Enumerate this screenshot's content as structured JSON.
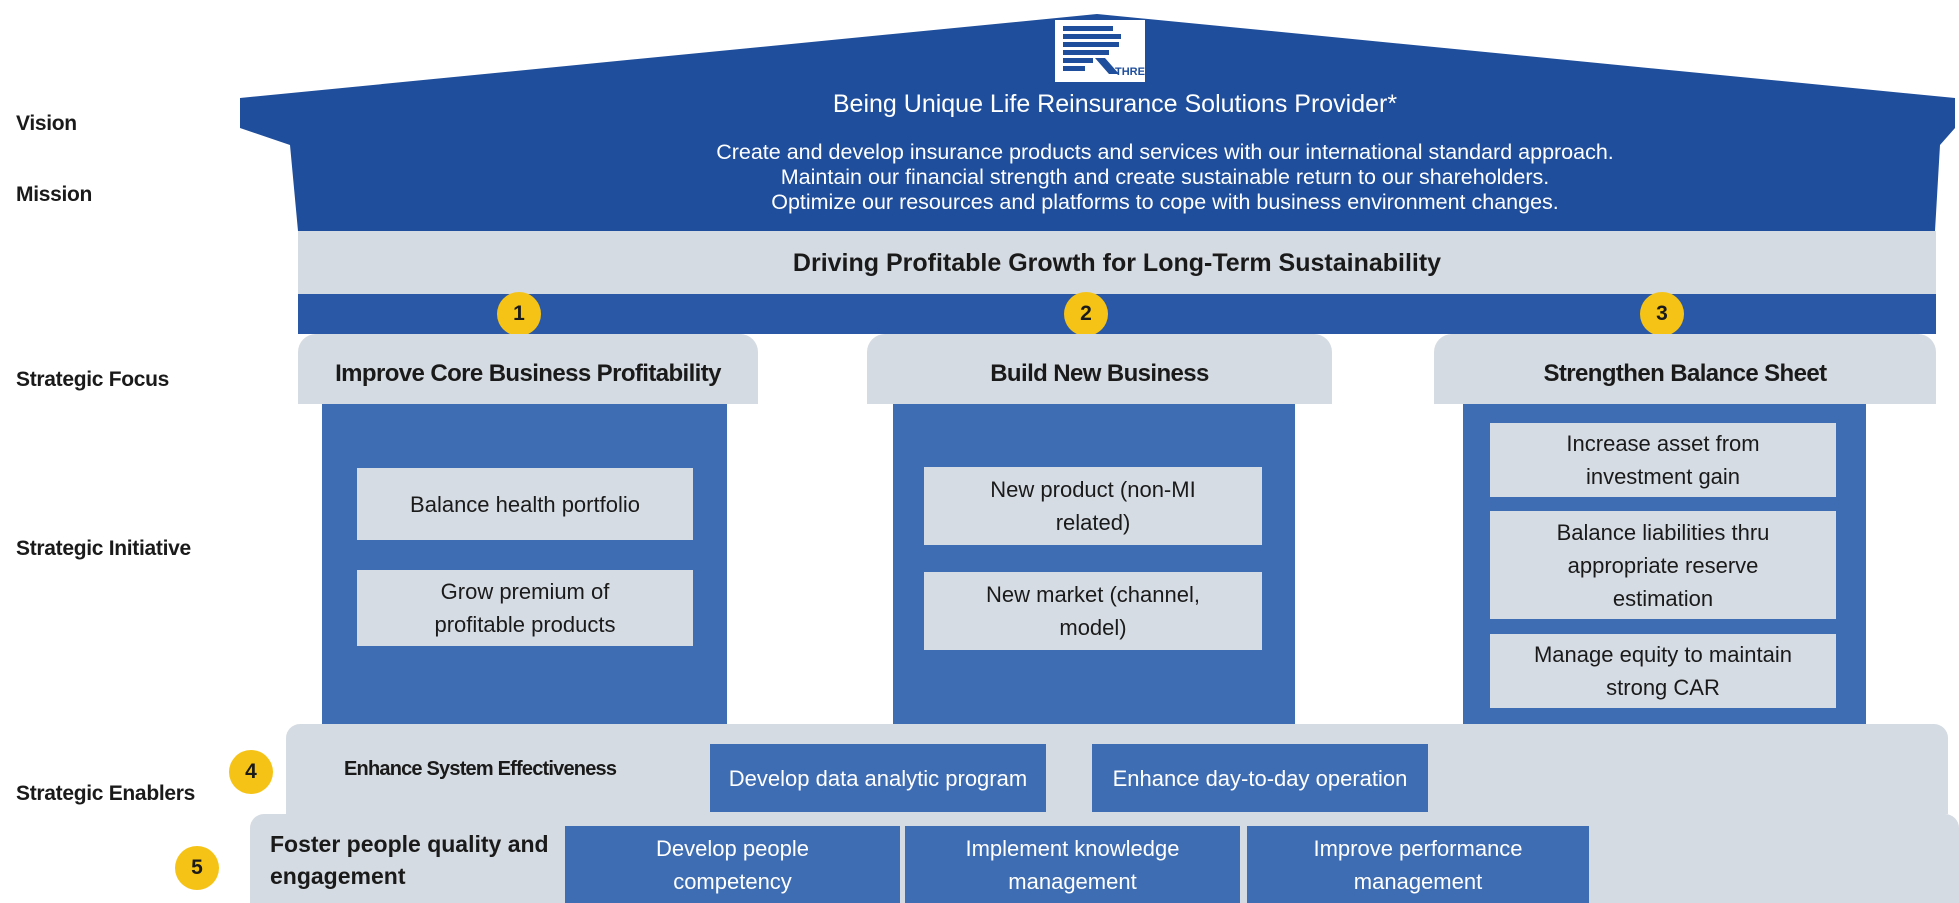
{
  "labels": {
    "vision": "Vision",
    "mission": "Mission",
    "strategic_focus": "Strategic Focus",
    "strategic_initiative": "Strategic Initiative",
    "strategic_enablers": "Strategic Enablers"
  },
  "logo": {
    "text": "THREL"
  },
  "vision_statement": "Being Unique Life Reinsurance Solutions Provider*",
  "mission_lines": [
    "Create and develop insurance products and services with our international standard approach.",
    "Maintain our financial strength and create sustainable return to our shareholders.",
    "Optimize our resources and platforms to cope with business environment changes."
  ],
  "growth_title": "Driving Profitable Growth for Long-Term Sustainability",
  "pillars": [
    {
      "number": "1",
      "title": "Improve Core Business Profitability",
      "initiatives": [
        "Balance health portfolio",
        "Grow premium of profitable products"
      ]
    },
    {
      "number": "2",
      "title": "Build New Business",
      "initiatives": [
        "New product (non-MI related)",
        "New market (channel, model)"
      ]
    },
    {
      "number": "3",
      "title": "Strengthen Balance Sheet",
      "initiatives": [
        "Increase asset from investment gain",
        "Balance liabilities thru appropriate reserve estimation",
        "Manage equity to maintain strong CAR"
      ]
    }
  ],
  "enablers": [
    {
      "number": "4",
      "title": "Enhance System Effectiveness",
      "items": [
        "Develop data analytic program",
        "Enhance day-to-day operation"
      ]
    },
    {
      "number": "5",
      "title": "Foster people quality and engagement",
      "items": [
        "Develop people competency",
        "Implement knowledge management",
        "Improve performance management"
      ]
    }
  ],
  "colors": {
    "primary_blue": "#1f4e9c",
    "column_blue": "#3f6db3",
    "light_gray": "#d5dbe2",
    "badge_yellow": "#f5c316"
  }
}
